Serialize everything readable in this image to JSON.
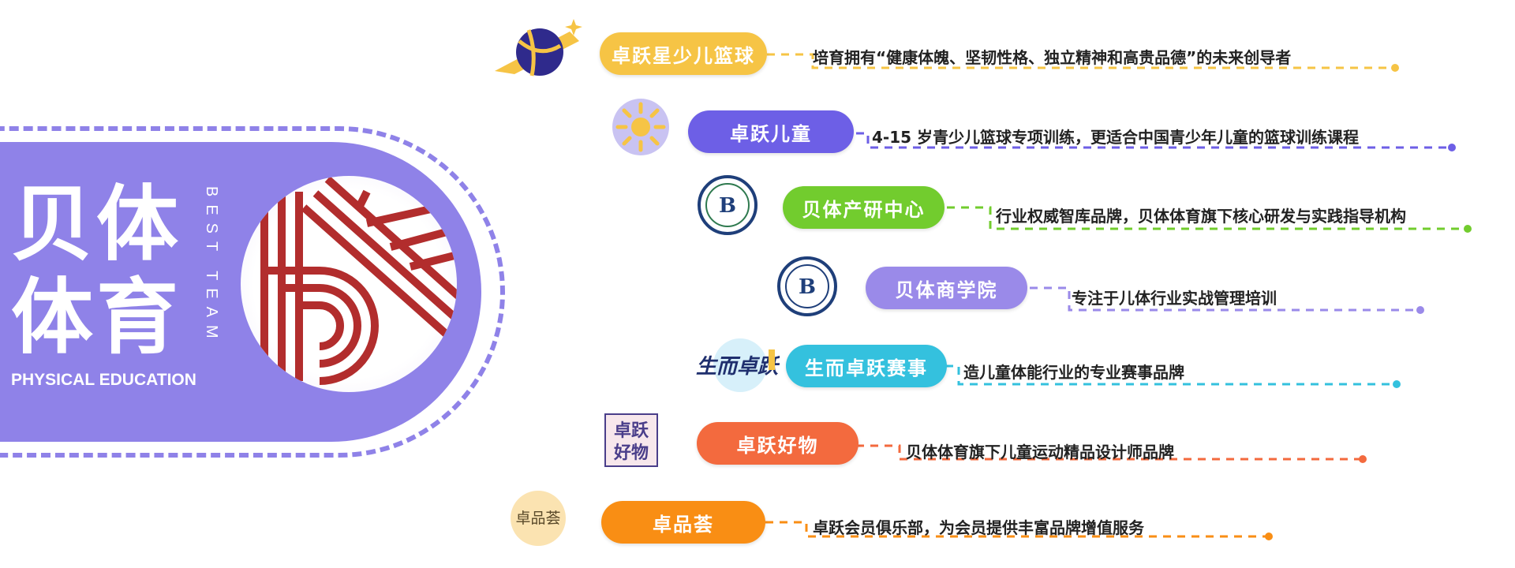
{
  "brand": {
    "title_line1": "贝体",
    "title_line2": "体育",
    "english_vertical": "BEST TEAM",
    "subtitle": "PHYSICAL EDUCATION",
    "colors": {
      "panel": "#8f82e8",
      "logo_red": "#b22d2d"
    }
  },
  "items": [
    {
      "label": "卓跃星少儿篮球",
      "description": "培育拥有“健康体魄、坚韧性格、独立精神和高贵品德”的未来创导者",
      "color": "#f6c445",
      "icon": "basketball-star-logo"
    },
    {
      "label": "卓跃儿童",
      "description": "4-15 岁青少儿篮球专项训练，更适合中国青少年儿童的篮球训练课程",
      "color": "#6d5fe6",
      "icon": "sun-logo"
    },
    {
      "label": "贝体产研中心",
      "description": "行业权威智库品牌，贝体体育旗下核心研发与实践指导机构",
      "color": "#72cc2e",
      "icon": "research-center-seal"
    },
    {
      "label": "贝体商学院",
      "description": "专注于儿体行业实战管理培训",
      "color": "#9a8ae9",
      "icon": "business-school-seal"
    },
    {
      "label": "生而卓跃赛事",
      "description": "造儿童体能行业的专业赛事品牌",
      "color": "#34c1de",
      "icon": "calligraphy-logo",
      "icon_text": "生而卓跃"
    },
    {
      "label": "卓跃好物",
      "description": "贝体体育旗下儿童运动精品设计师品牌",
      "color": "#f36a3e",
      "icon": "stamp-logo",
      "icon_text": "卓跃好物"
    },
    {
      "label": "卓品荟",
      "description": "卓跃会员俱乐部，为会员提供丰富品牌增值服务",
      "color": "#f98e14",
      "icon": "club-logo",
      "icon_text": "卓品荟"
    }
  ]
}
